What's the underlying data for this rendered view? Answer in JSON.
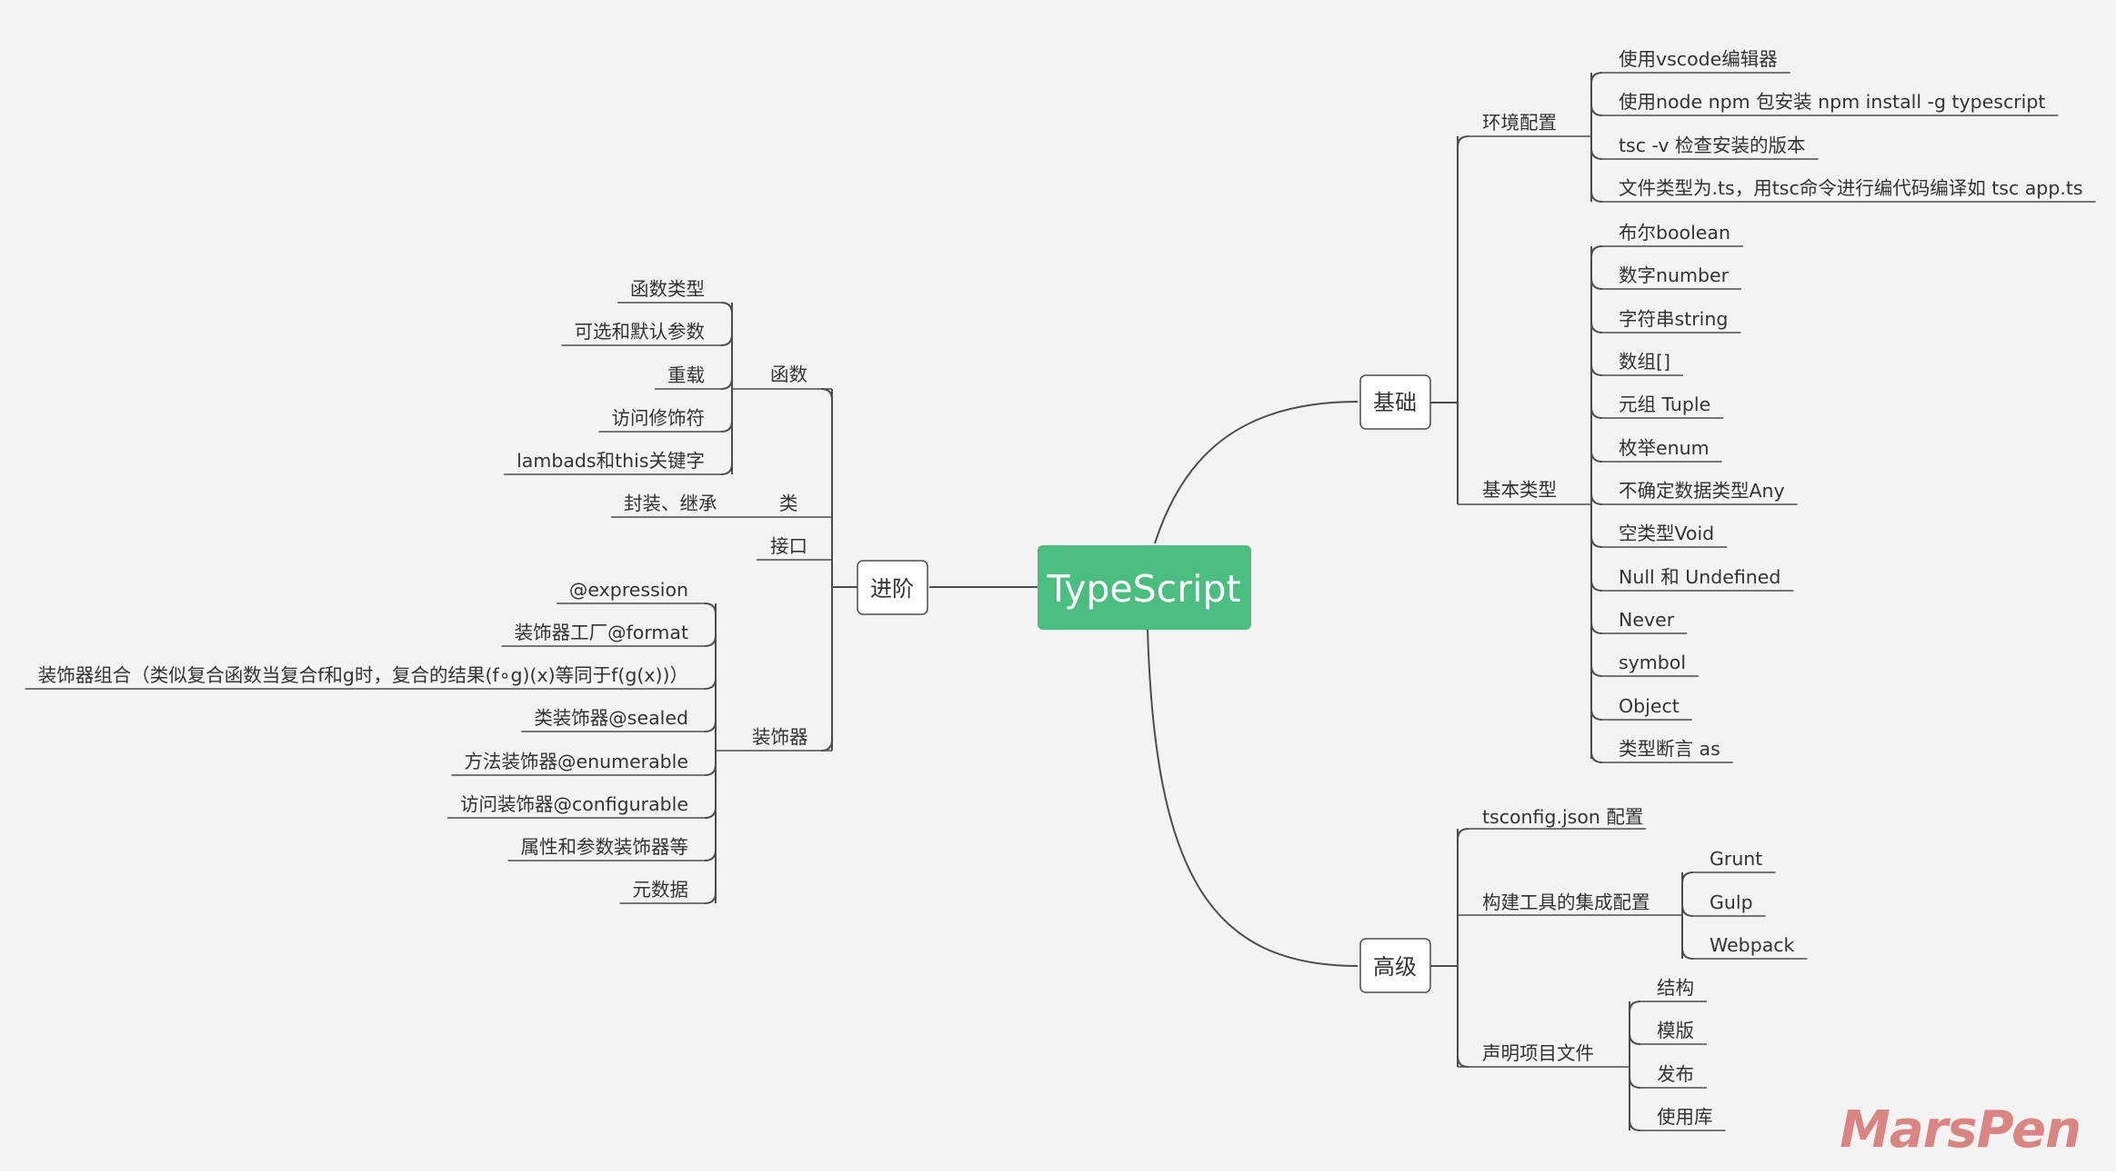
{
  "root": "TypeScript",
  "watermark": "MarsPen",
  "colors": {
    "background": "#f3f3f3",
    "root": "#4cbd81",
    "line": "#4d4d4d",
    "watermark": "#d98583"
  },
  "basics": {
    "label": "基础",
    "env": {
      "label": "环境配置",
      "items": [
        "使用vscode编辑器",
        "使用node npm 包安装  npm install -g typescript",
        "tsc -v 检查安装的版本",
        "文件类型为.ts，用tsc命令进行编代码编译如 tsc app.ts"
      ]
    },
    "types": {
      "label": "基本类型",
      "items": [
        "布尔boolean",
        "数字number",
        "字符串string",
        "数组[]",
        "元组 Tuple",
        "枚举enum",
        "不确定数据类型Any",
        "空类型Void",
        "Null 和 Undefined",
        "Never",
        "symbol",
        "Object",
        "类型断言 as"
      ]
    }
  },
  "advanced": {
    "label": "高级",
    "tsconfig": "tsconfig.json 配置",
    "build": {
      "label": "构建工具的集成配置",
      "items": [
        "Grunt",
        "Gulp",
        "Webpack"
      ]
    },
    "decl": {
      "label": "声明项目文件",
      "items": [
        "结构",
        "模版",
        "发布",
        "使用库"
      ]
    }
  },
  "progress": {
    "label": "进阶",
    "functions": {
      "label": "函数",
      "items": [
        "函数类型",
        "可选和默认参数",
        "重载",
        "访问修饰符",
        "lambads和this关键字"
      ]
    },
    "classes": {
      "label": "类",
      "items": [
        "封装、继承"
      ]
    },
    "interface": {
      "label": "接口"
    },
    "decorators": {
      "label": "装饰器",
      "items": [
        "@expression",
        "装饰器工厂@format",
        "装饰器组合（类似复合函数当复合f和g时，复合的结果(f∘g)(x)等同于f(g(x))）",
        "类装饰器@sealed",
        "方法装饰器@enumerable",
        "访问装饰器@configurable",
        "属性和参数装饰器等",
        "元数据"
      ]
    }
  }
}
